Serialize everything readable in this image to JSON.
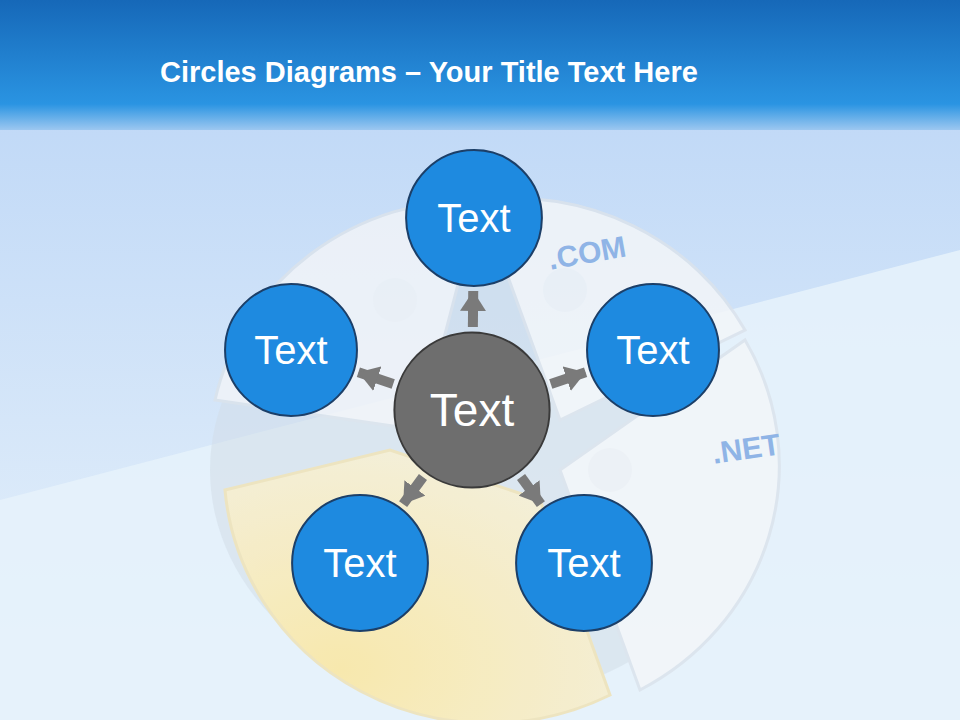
{
  "diagram": {
    "title": "Circles Diagrams – Your Title Text Here",
    "nodes": [
      {
        "text": [
          "Text"
        ]
      },
      {
        "text": [
          "Text"
        ]
      },
      {
        "text": [
          "Text"
        ]
      },
      {
        "text": [
          "Text"
        ]
      },
      {
        "text": [
          "Text"
        ]
      },
      {
        "text": [
          "Text"
        ]
      }
    ],
    "edges": [
      {
        "from": 3,
        "to": 0,
        "arrow": "to"
      },
      {
        "from": 3,
        "to": 1,
        "arrow": "to"
      },
      {
        "from": 3,
        "to": 2,
        "arrow": "to"
      },
      {
        "from": 3,
        "to": 4,
        "arrow": "to"
      },
      {
        "from": 3,
        "to": 5,
        "arrow": "to"
      }
    ],
    "labels": [
      ".COM",
      ".NET"
    ]
  }
}
